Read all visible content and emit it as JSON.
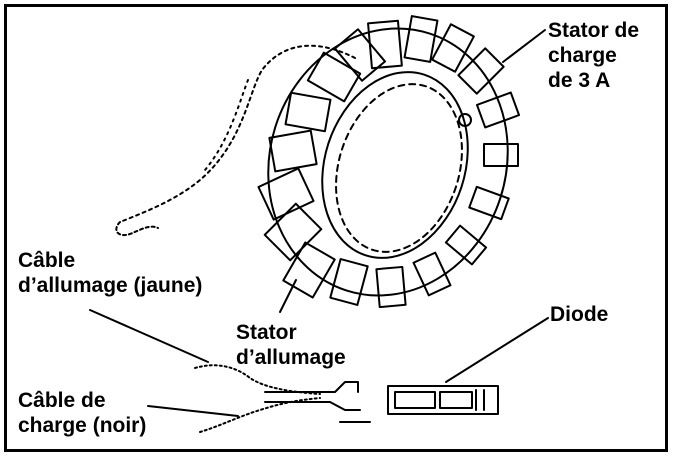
{
  "labels": {
    "stator_charge": [
      "Stator de",
      "charge",
      "de 3 A"
    ],
    "cable_allumage": [
      "Câble",
      "d’allumage (jaune)"
    ],
    "stator_allumage": [
      "Stator",
      "d’allumage"
    ],
    "diode": "Diode",
    "cable_charge": [
      "Câble de",
      "charge (noir)"
    ]
  },
  "colors": {
    "line": "#000000",
    "background": "#ffffff"
  }
}
